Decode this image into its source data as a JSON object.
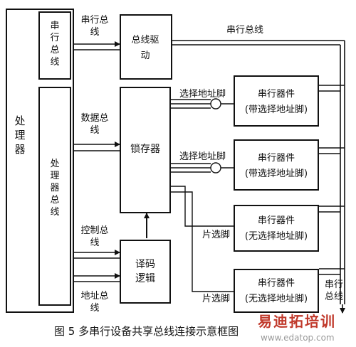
{
  "processor": "处理器",
  "serial_bus_box": "串行总线",
  "processor_bus_box": "处理器总线",
  "serial_bus_arrow_label": "串行总线",
  "data_bus_label": "数据总线",
  "control_bus_label": "控制总线",
  "address_bus_label": "地址总线",
  "bus_driver": "总线驱动",
  "latch": "锁存器",
  "decoder": "译码逻辑",
  "serial_bus_top": "串行总线",
  "serial_bus_right": "串行总线",
  "select_pin_1": "选择地址脚",
  "select_pin_2": "选择地址脚",
  "chip_select_1": "片选脚",
  "chip_select_2": "片选脚",
  "devices": [
    {
      "title": "串行器件",
      "sub": "(带选择地址脚)"
    },
    {
      "title": "串行器件",
      "sub": "(带选择地址脚)"
    },
    {
      "title": "串行器件",
      "sub": "(无选择地址脚)"
    },
    {
      "title": "串行器件",
      "sub": "(无选择地址脚)"
    }
  ],
  "caption": "图 5    多串行设备共享总线连接示意框图",
  "watermark_cn": "易迪拓培训",
  "watermark_url": "www.edatop.com"
}
